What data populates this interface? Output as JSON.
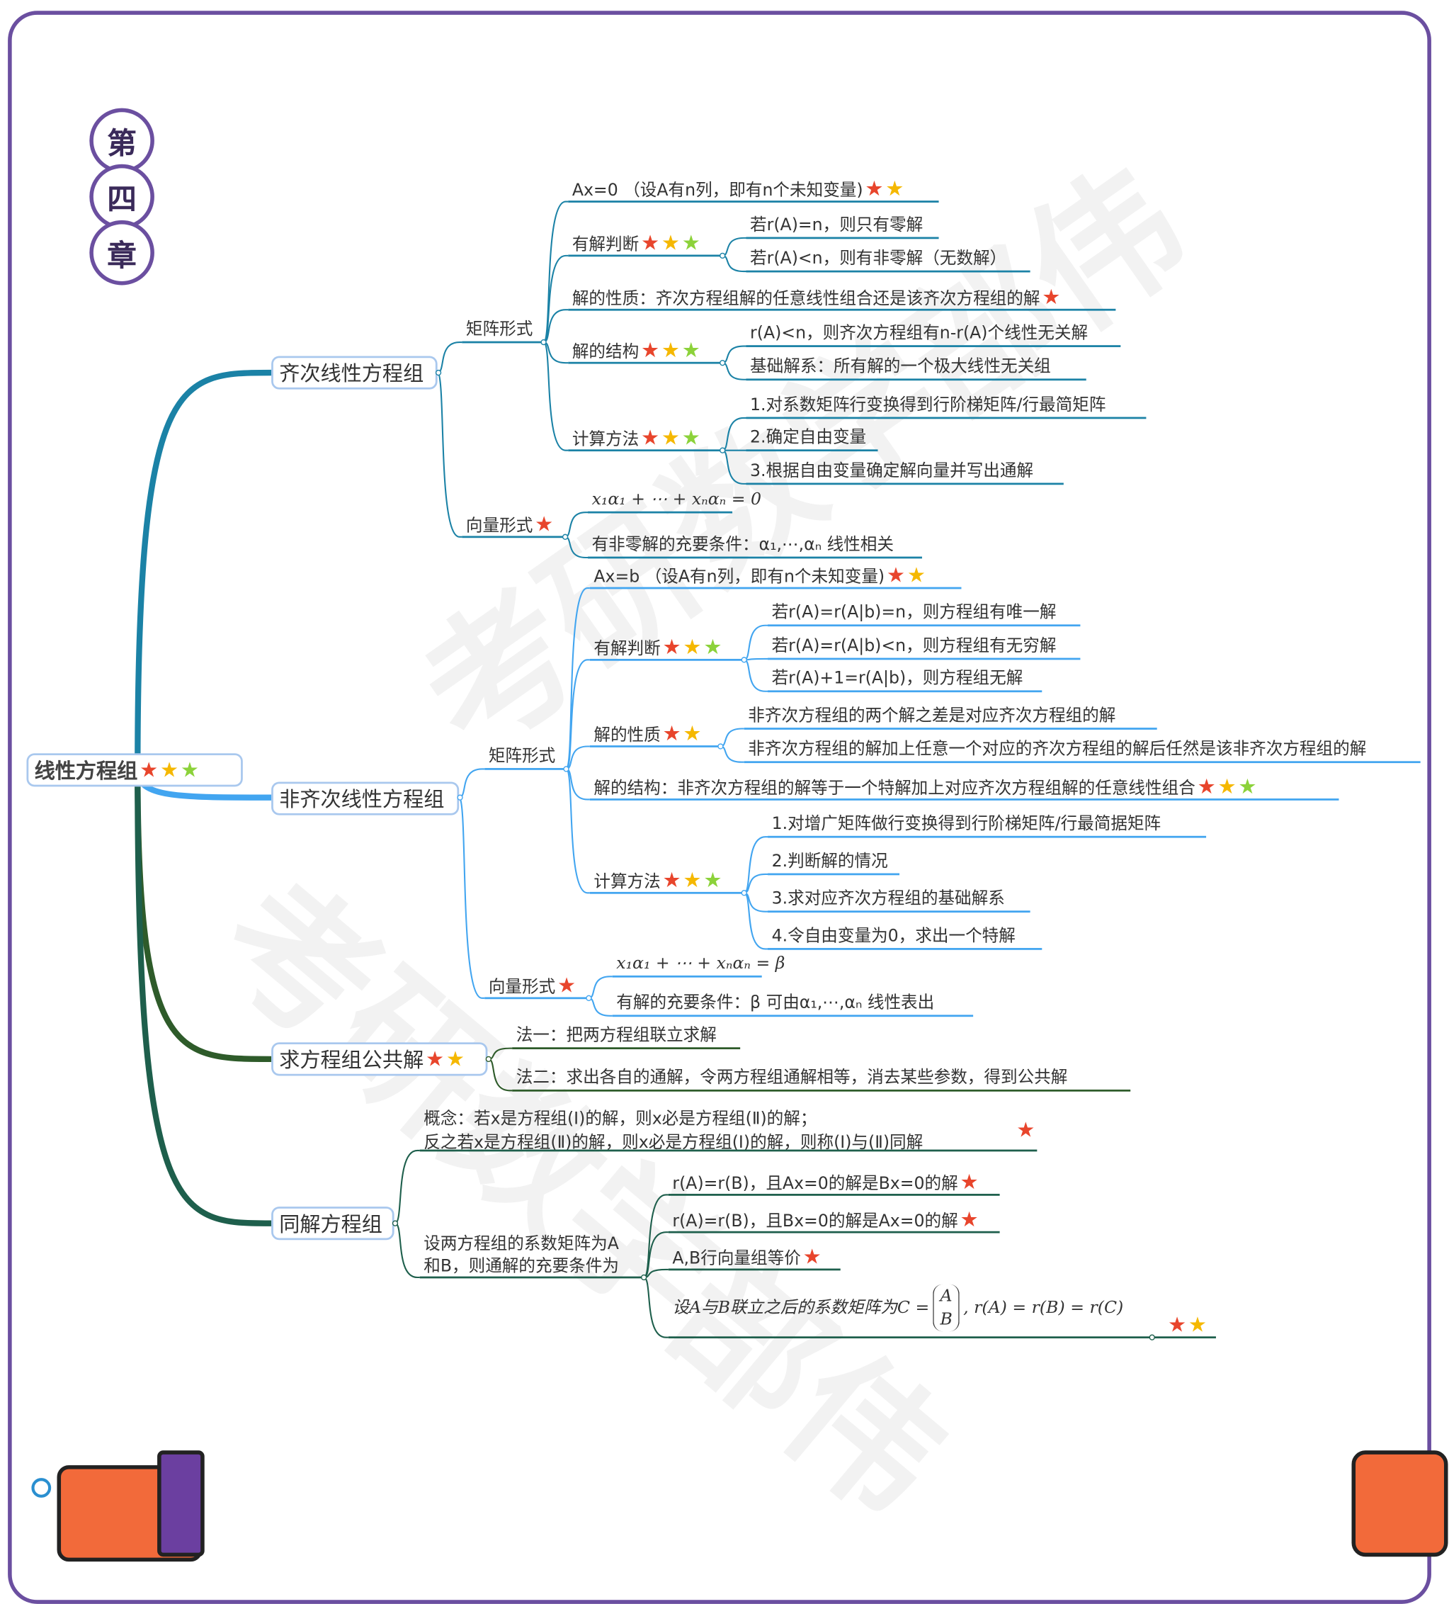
{
  "chapter": [
    "第",
    "四",
    "章"
  ],
  "watermark": "考研数学部伟",
  "root": {
    "label": "线性方程组",
    "stars": [
      "red",
      "orange",
      "green"
    ]
  },
  "colors": {
    "frame": "#6b4fa0",
    "homog": "#1b82a6",
    "nonhomog": "#42a5f0",
    "common": "#2e5b2a",
    "same": "#1e5f4c",
    "star_red": "#e8452c",
    "star_orange": "#f5b800",
    "star_green": "#8cd23a"
  },
  "homog": {
    "label": "齐次线性方程组",
    "matrix_label": "矩阵形式",
    "vector_label": "向量形式",
    "vector_stars": [
      "red"
    ],
    "items": [
      {
        "text": "Ax=0 （设A有n列，即有n个未知变量)",
        "stars": [
          "red",
          "orange"
        ]
      },
      {
        "text": "有解判断",
        "stars": [
          "red",
          "orange",
          "green"
        ],
        "children": [
          "若r(A)=n，则只有零解",
          "若r(A)<n，则有非零解（无数解）"
        ]
      },
      {
        "text": "解的性质：齐次方程组解的任意线性组合还是该齐次方程组的解",
        "stars": [
          "red"
        ]
      },
      {
        "text": "解的结构",
        "stars": [
          "red",
          "orange",
          "green"
        ],
        "children": [
          "r(A)<n，则齐次方程组有n-r(A)个线性无关解",
          "基础解系：所有解的一个极大线性无关组"
        ]
      },
      {
        "text": "计算方法",
        "stars": [
          "red",
          "orange",
          "green"
        ],
        "children": [
          "1.对系数矩阵行变换得到行阶梯矩阵/行最简矩阵",
          "2.确定自由变量",
          "3.根据自由变量确定解向量并写出通解"
        ]
      }
    ],
    "vector_items": [
      "x₁α₁ + ⋯ + xₙαₙ = 0",
      "有非零解的充要条件：α₁,⋯,αₙ 线性相关"
    ]
  },
  "nonhomog": {
    "label": "非齐次线性方程组",
    "matrix_label": "矩阵形式",
    "vector_label": "向量形式",
    "vector_stars": [
      "red"
    ],
    "items": [
      {
        "text": "Ax=b （设A有n列，即有n个未知变量)",
        "stars": [
          "red",
          "orange"
        ]
      },
      {
        "text": "有解判断",
        "stars": [
          "red",
          "orange",
          "green"
        ],
        "children": [
          "若r(A)=r(A|b)=n，则方程组有唯一解",
          "若r(A)=r(A|b)<n，则方程组有无穷解",
          "若r(A)+1=r(A|b)，则方程组无解"
        ]
      },
      {
        "text": "解的性质",
        "stars": [
          "red",
          "orange"
        ],
        "children": [
          "非齐次方程组的两个解之差是对应齐次方程组的解",
          "非齐次方程组的解加上任意一个对应的齐次方程组的解后任然是该非齐次方程组的解"
        ]
      },
      {
        "text": "解的结构：非齐次方程组的解等于一个特解加上对应齐次方程组解的任意线性组合",
        "stars": [
          "red",
          "orange",
          "green"
        ]
      },
      {
        "text": "计算方法",
        "stars": [
          "red",
          "orange",
          "green"
        ],
        "children": [
          "1.对增广矩阵做行变换得到行阶梯矩阵/行最简据矩阵",
          "2.判断解的情况",
          "3.求对应齐次方程组的基础解系",
          "4.令自由变量为0，求出一个特解"
        ]
      }
    ],
    "vector_items": [
      "x₁α₁ + ⋯ + xₙαₙ = β",
      "有解的充要条件：β 可由α₁,⋯,αₙ 线性表出"
    ]
  },
  "common": {
    "label": "求方程组公共解",
    "stars": [
      "red",
      "orange"
    ],
    "items": [
      "法一：把两方程组联立求解",
      "法二：求出各自的通解，令两方程组通解相等，消去某些参数，得到公共解"
    ]
  },
  "same": {
    "label": "同解方程组",
    "concept": [
      "概念：若x是方程组(Ⅰ)的解，则x必是方程组(Ⅱ)的解；",
      "反之若x是方程组(Ⅱ)的解，则x必是方程组(Ⅰ)的解，则称(Ⅰ)与(Ⅱ)同解"
    ],
    "concept_stars": [
      "red"
    ],
    "condition": [
      "设两方程组的系数矩阵为A",
      "和B，则通解的充要条件为"
    ],
    "items": [
      {
        "text": "r(A)=r(B)，且Ax=0的解是Bx=0的解",
        "stars": [
          "red"
        ]
      },
      {
        "text": "r(A)=r(B)，且Bx=0的解是Ax=0的解",
        "stars": [
          "red"
        ]
      },
      {
        "text": "A,B行向量组等价",
        "stars": [
          "red"
        ]
      }
    ],
    "matrix_item": {
      "prefix": "设A与B联立之后的系数矩阵为C =",
      "rows": [
        "A",
        "B"
      ],
      "suffix": ", r(A) = r(B) = r(C)",
      "stars": [
        "red",
        "orange"
      ]
    }
  }
}
